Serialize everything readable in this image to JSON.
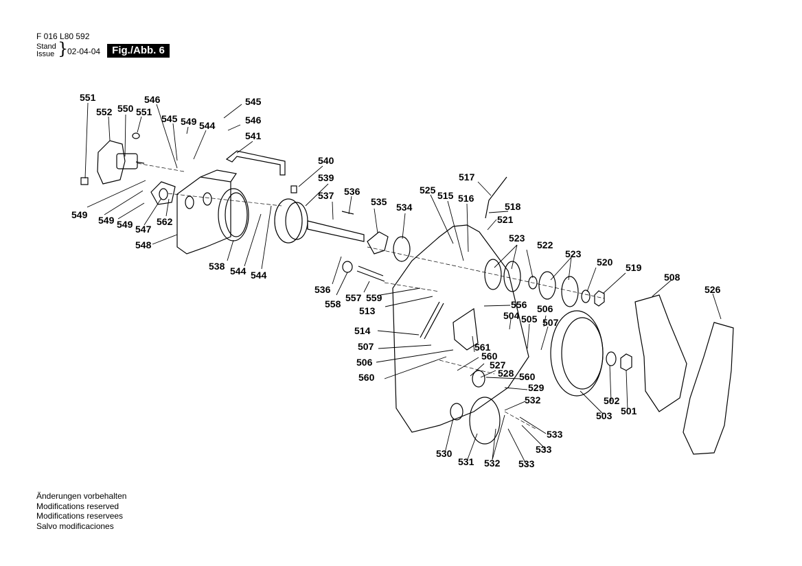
{
  "header": {
    "doc_number": "F 016 L80 592",
    "stand_label_1": "Stand",
    "stand_label_2": "Issue",
    "brace": "}",
    "date": "02-04-04",
    "figure_label": "Fig./Abb. 6"
  },
  "notes": [
    "Änderungen vorbehalten",
    "Modifications reserved",
    "Modifications reservees",
    "Salvo modificaciones"
  ],
  "part_labels": {
    "p551a": "551",
    "p552": "552",
    "p550": "550",
    "p551b": "551",
    "p546a": "546",
    "p545a": "545",
    "p549a": "549",
    "p544a": "544",
    "p545b": "545",
    "p546b": "546",
    "p541": "541",
    "p540": "540",
    "p539": "539",
    "p537": "537",
    "p536a": "536",
    "p535": "535",
    "p534": "534",
    "p549b": "549",
    "p549c": "549",
    "p549d": "549",
    "p547": "547",
    "p562": "562",
    "p548": "548",
    "p538": "538",
    "p544b": "544",
    "p544c": "544",
    "p536b": "536",
    "p558": "558",
    "p557": "557",
    "p559": "559",
    "p513": "513",
    "p525": "525",
    "p515": "515",
    "p516": "516",
    "p517": "517",
    "p518": "518",
    "p521": "521",
    "p523a": "523",
    "p522": "522",
    "p523b": "523",
    "p520": "520",
    "p519": "519",
    "p508": "508",
    "p526": "526",
    "p556": "556",
    "p506a": "506",
    "p504": "504",
    "p505": "505",
    "p507a": "507",
    "p514": "514",
    "p507b": "507",
    "p506b": "506",
    "p561": "561",
    "p560a": "560",
    "p527": "527",
    "p560b": "560",
    "p528": "528",
    "p560c": "560",
    "p529": "529",
    "p532a": "532",
    "p533a": "533",
    "p533b": "533",
    "p530": "530",
    "p531": "531",
    "p532b": "532",
    "p533c": "533",
    "p503": "503",
    "p502": "502",
    "p501": "501"
  }
}
